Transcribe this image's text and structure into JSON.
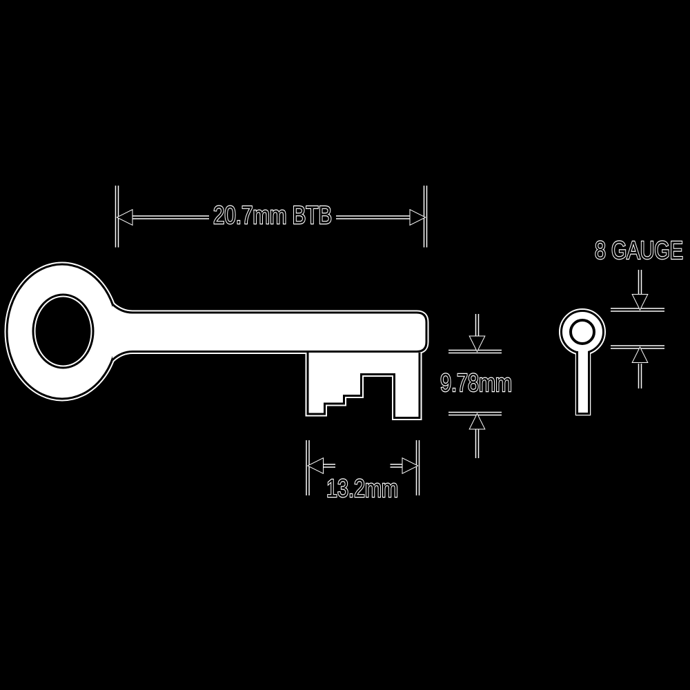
{
  "figure": {
    "background": "#000000",
    "ink_color": "#000000",
    "paper_color": "#ffffff",
    "halo_color": "#ffffff"
  },
  "drawing": {
    "type": "key-dimension-diagram",
    "annotations": {
      "blade_length": "20.7mm BTB",
      "bit_depth": "9.78mm",
      "bit_width": "13.2mm",
      "gauge": "8 GAUGE"
    }
  }
}
